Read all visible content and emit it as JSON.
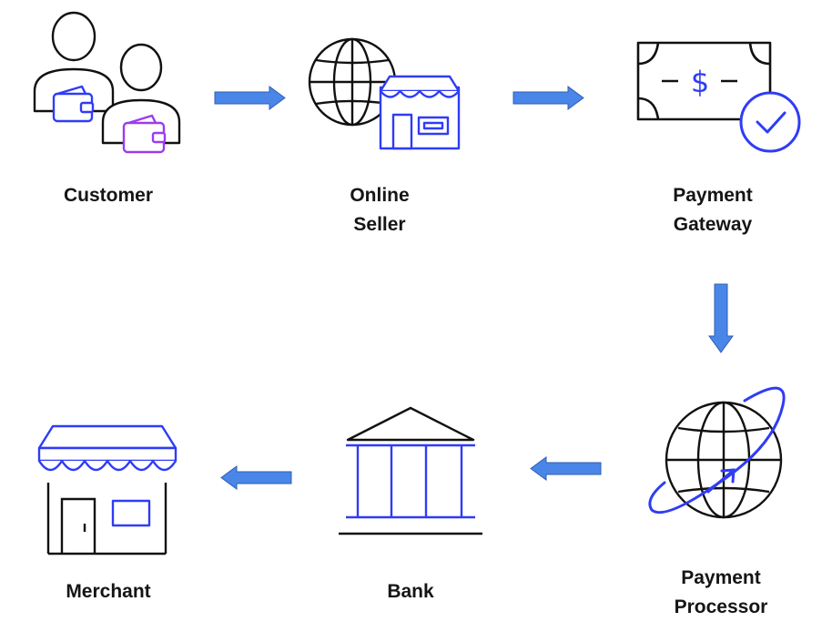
{
  "diagram": {
    "nodes": [
      {
        "id": "customer",
        "label": "Customer",
        "icon": "customers-with-wallets-icon"
      },
      {
        "id": "online-seller",
        "label": "Online\nSeller",
        "icon": "globe-with-storefront-icon"
      },
      {
        "id": "payment-gateway",
        "label": "Payment\nGateway",
        "icon": "money-bill-check-icon"
      },
      {
        "id": "payment-processor",
        "label": "Payment\nProcessor",
        "icon": "globe-with-orbit-arrow-icon"
      },
      {
        "id": "bank",
        "label": "Bank",
        "icon": "bank-building-icon"
      },
      {
        "id": "merchant",
        "label": "Merchant",
        "icon": "merchant-shop-icon"
      }
    ],
    "edges": [
      {
        "from": "customer",
        "to": "online-seller"
      },
      {
        "from": "online-seller",
        "to": "payment-gateway"
      },
      {
        "from": "payment-gateway",
        "to": "payment-processor"
      },
      {
        "from": "payment-processor",
        "to": "bank"
      },
      {
        "from": "bank",
        "to": "merchant"
      }
    ],
    "colors": {
      "accent_blue": "#2f3cf5",
      "accent_purple": "#9b3cf0",
      "arrow_fill": "#4a86e8",
      "arrow_stroke": "#2f5fb3",
      "line": "#111111"
    }
  }
}
